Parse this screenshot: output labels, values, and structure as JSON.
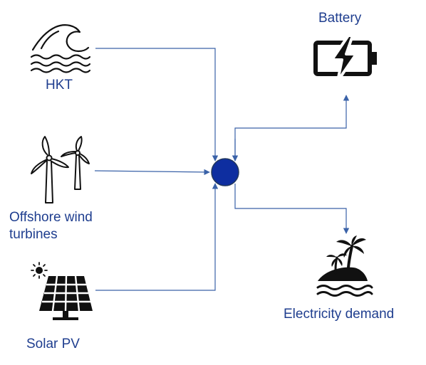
{
  "nodes": {
    "hkt": {
      "label": "HKT",
      "icon": "ocean-wave-icon"
    },
    "wind": {
      "label": "Offshore wind\nturbines",
      "icon": "wind-turbines-icon"
    },
    "solar": {
      "label": "Solar PV",
      "icon": "solar-panel-icon"
    },
    "battery": {
      "label": "Battery",
      "icon": "battery-charging-icon"
    },
    "demand": {
      "label": "Electricity demand",
      "icon": "palm-island-icon"
    },
    "hub": {
      "icon": "hub-node-icon"
    }
  },
  "colors": {
    "line": "#3a62a8",
    "hub_fill": "#0e2ea0",
    "hub_stroke": "#22385e",
    "label": "#1f3e8f",
    "icon": "#111111"
  }
}
